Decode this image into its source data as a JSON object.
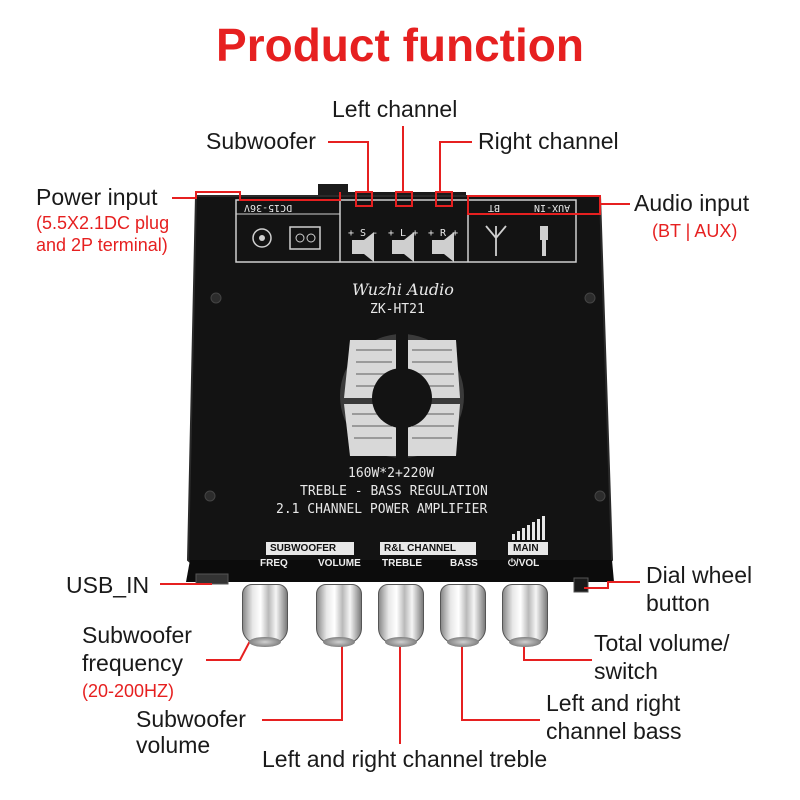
{
  "title": "Product function",
  "labels": {
    "left_channel": "Left channel",
    "subwoofer": "Subwoofer",
    "right_channel": "Right channel",
    "power_input": "Power input",
    "power_input_detail_1": "(5.5X2.1DC plug",
    "power_input_detail_2": "and 2P terminal)",
    "audio_input": "Audio input",
    "audio_input_detail": "(BT | AUX)",
    "usb_in": "USB_IN",
    "dial_wheel_1": "Dial wheel",
    "dial_wheel_2": "button",
    "sub_freq_1": "Subwoofer",
    "sub_freq_2": "frequency",
    "sub_freq_range": "(20-200HZ)",
    "total_vol_1": "Total volume/",
    "total_vol_2": "switch",
    "lr_bass_1": "Left and right",
    "lr_bass_2": "channel bass",
    "sub_vol_1": "Subwoofer",
    "sub_vol_2": "volume",
    "lr_treble": "Left and right channel treble"
  },
  "board": {
    "dc_label": "DC15-36V",
    "bt_label": "BT",
    "aux_label": "AUX-IN",
    "terminal_s": "+ S -",
    "terminal_l": "+ L +",
    "terminal_r": "+ R +",
    "brand": "Wuzhi Audio",
    "model": "ZK-HT21",
    "spec_1": "160W*2+220W",
    "spec_2": "TREBLE - BASS REGULATION",
    "spec_3": "2.1 CHANNEL POWER AMPLIFIER",
    "group_subwoofer": "SUBWOOFER",
    "group_rl": "R&L CHANNEL",
    "group_main": "MAIN",
    "knob_freq": "FREQ",
    "knob_volume": "VOLUME",
    "knob_treble": "TREBLE",
    "knob_bass": "BASS",
    "knob_vol": "⏻/VOL"
  },
  "colors": {
    "accent": "#e62020",
    "board": "#151515",
    "text": "#1a1a1a"
  }
}
